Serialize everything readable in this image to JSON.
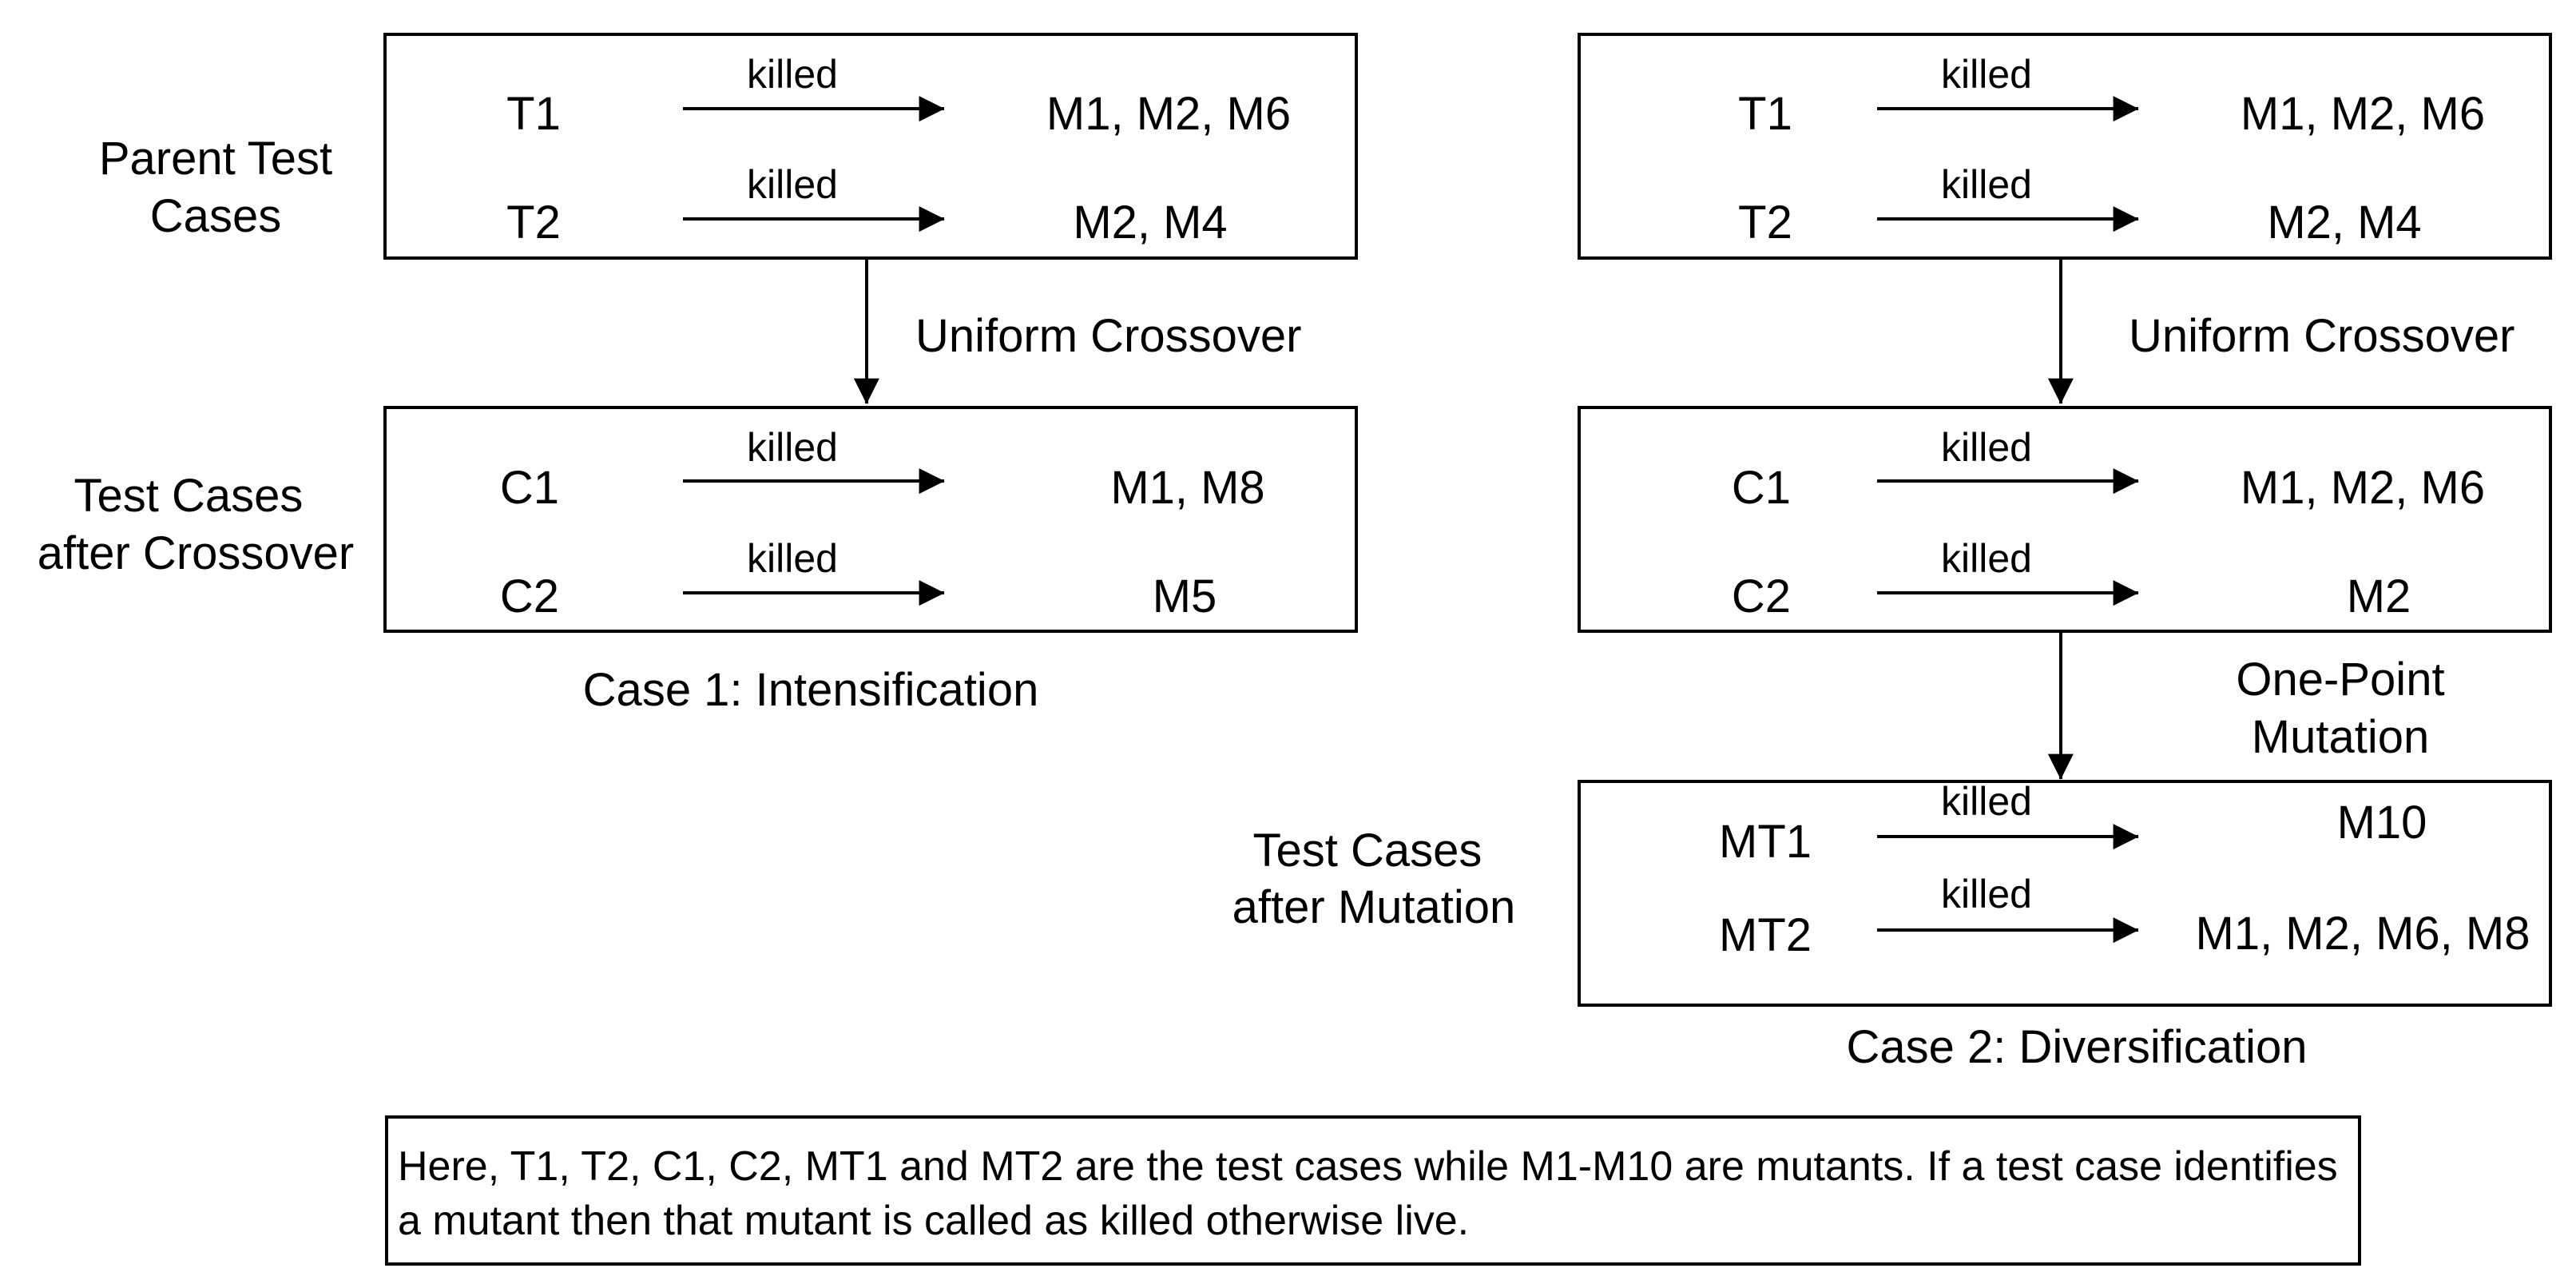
{
  "labels": {
    "parent": [
      "Parent Test",
      "Cases"
    ],
    "after_crossover": [
      "Test Cases",
      "after Crossover"
    ],
    "after_mutation": [
      "Test Cases",
      "after Mutation"
    ],
    "uniform_crossover": "Uniform Crossover",
    "one_point_mutation": [
      "One-Point",
      "Mutation"
    ],
    "killed": "killed",
    "case1": "Case 1: Intensification",
    "case2": "Case 2: Diversification"
  },
  "case1": {
    "parents": [
      {
        "id": "T1",
        "mutants": "M1, M2, M6"
      },
      {
        "id": "T2",
        "mutants": "M2, M4"
      }
    ],
    "crossover": [
      {
        "id": "C1",
        "mutants": "M1, M8"
      },
      {
        "id": "C2",
        "mutants": "M5"
      }
    ]
  },
  "case2": {
    "parents": [
      {
        "id": "T1",
        "mutants": "M1, M2, M6"
      },
      {
        "id": "T2",
        "mutants": "M2, M4"
      }
    ],
    "crossover": [
      {
        "id": "C1",
        "mutants": "M1, M2, M6"
      },
      {
        "id": "C2",
        "mutants": "M2"
      }
    ],
    "mutation": [
      {
        "id": "MT1",
        "mutants": "M10"
      },
      {
        "id": "MT2",
        "mutants": "M1, M2, M6, M8"
      }
    ]
  },
  "note": "Here, T1, T2, C1, C2, MT1 and MT2 are the test cases while M1-M10 are mutants. If a test case identifies a mutant then that mutant is called as killed otherwise live."
}
